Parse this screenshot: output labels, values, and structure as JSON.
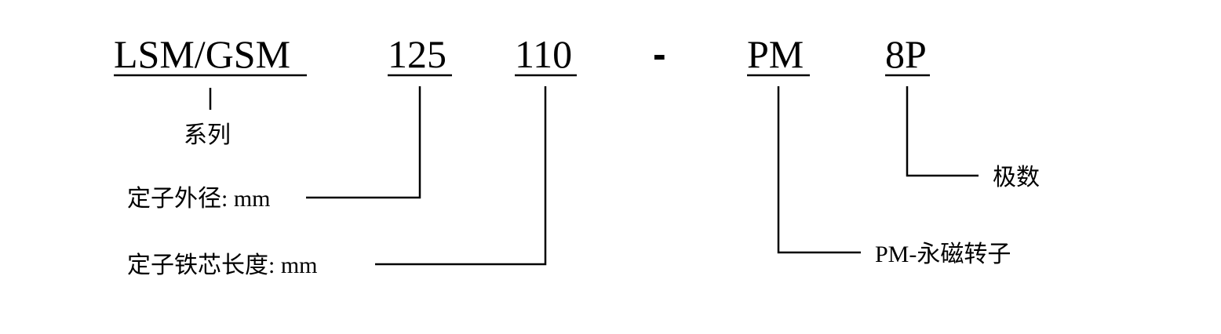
{
  "code_parts": {
    "series": "LSM/GSM",
    "stator_od": "125",
    "core_length": "110",
    "separator": "-",
    "rotor": "PM",
    "poles": "8P"
  },
  "labels": {
    "series": "系列",
    "stator_od": "定子外径: mm",
    "core_length": "定子铁芯长度: mm",
    "rotor": "PM-永磁转子",
    "poles": "极数"
  }
}
